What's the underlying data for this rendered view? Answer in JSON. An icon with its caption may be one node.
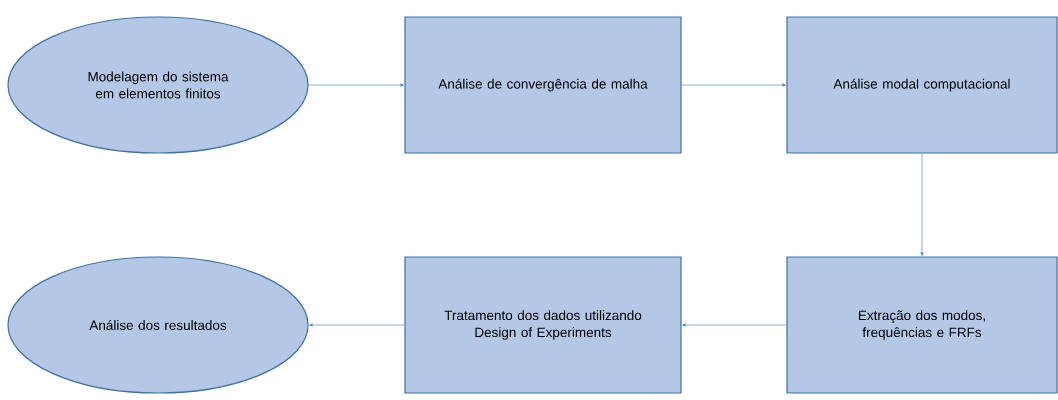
{
  "diagram": {
    "nodes": [
      {
        "text": [
          "Modelagem do sistema em elementos finitos"
        ]
      },
      {
        "text": [
          "Análise de convergência de malha"
        ]
      },
      {
        "text": [
          "Análise modal computacional"
        ]
      },
      {
        "text": [
          "Extração dos modos, frequências e FRFs"
        ]
      },
      {
        "text": [
          "Tratamento dos dados utilizando Design of Experiments"
        ]
      },
      {
        "text": [
          "Análise dos resultados"
        ]
      }
    ],
    "edges": [
      {
        "from": 0,
        "to": 1,
        "arrow": "to"
      },
      {
        "from": 1,
        "to": 2,
        "arrow": "to"
      },
      {
        "from": 2,
        "to": 3,
        "arrow": "to"
      },
      {
        "from": 3,
        "to": 4,
        "arrow": "to"
      },
      {
        "from": 4,
        "to": 5,
        "arrow": "to"
      }
    ]
  }
}
